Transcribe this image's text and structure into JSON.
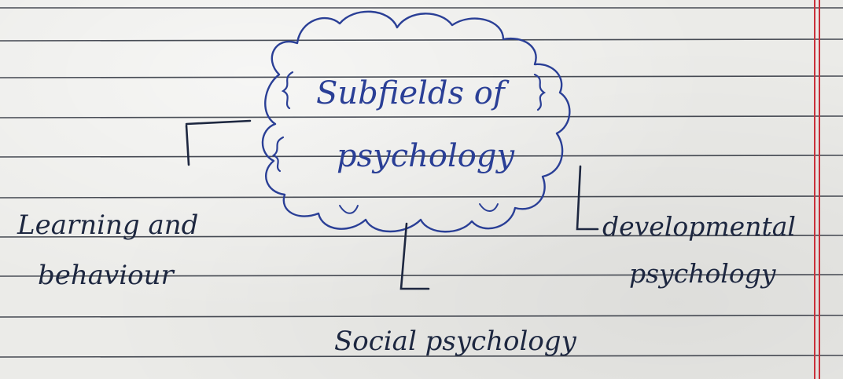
{
  "diagram": {
    "central_topic": {
      "line1": "Subfields of",
      "line2": "psychology"
    },
    "branches": [
      {
        "label_line1": "Learning and",
        "label_line2": "behaviour"
      },
      {
        "label_line1": "Social psychology",
        "label_line2": ""
      },
      {
        "label_line1": "developmental",
        "label_line2": "psychology"
      }
    ],
    "colors": {
      "cloud_ink": "#2a3f96",
      "pen_ink": "#1d2740",
      "ruled_line": "#2a2f3a",
      "margin_line": "#c9303a"
    }
  }
}
